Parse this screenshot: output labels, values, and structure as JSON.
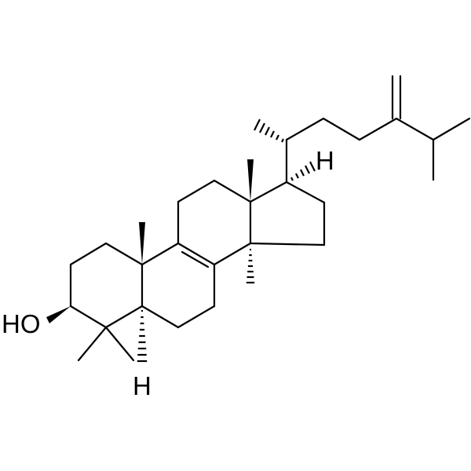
{
  "molecule": {
    "atom_labels": {
      "hydroxyl": "HO",
      "h_c5": "H",
      "h_c17": "H"
    }
  },
  "colors": {
    "bond": "#000000",
    "background": "#ffffff"
  }
}
